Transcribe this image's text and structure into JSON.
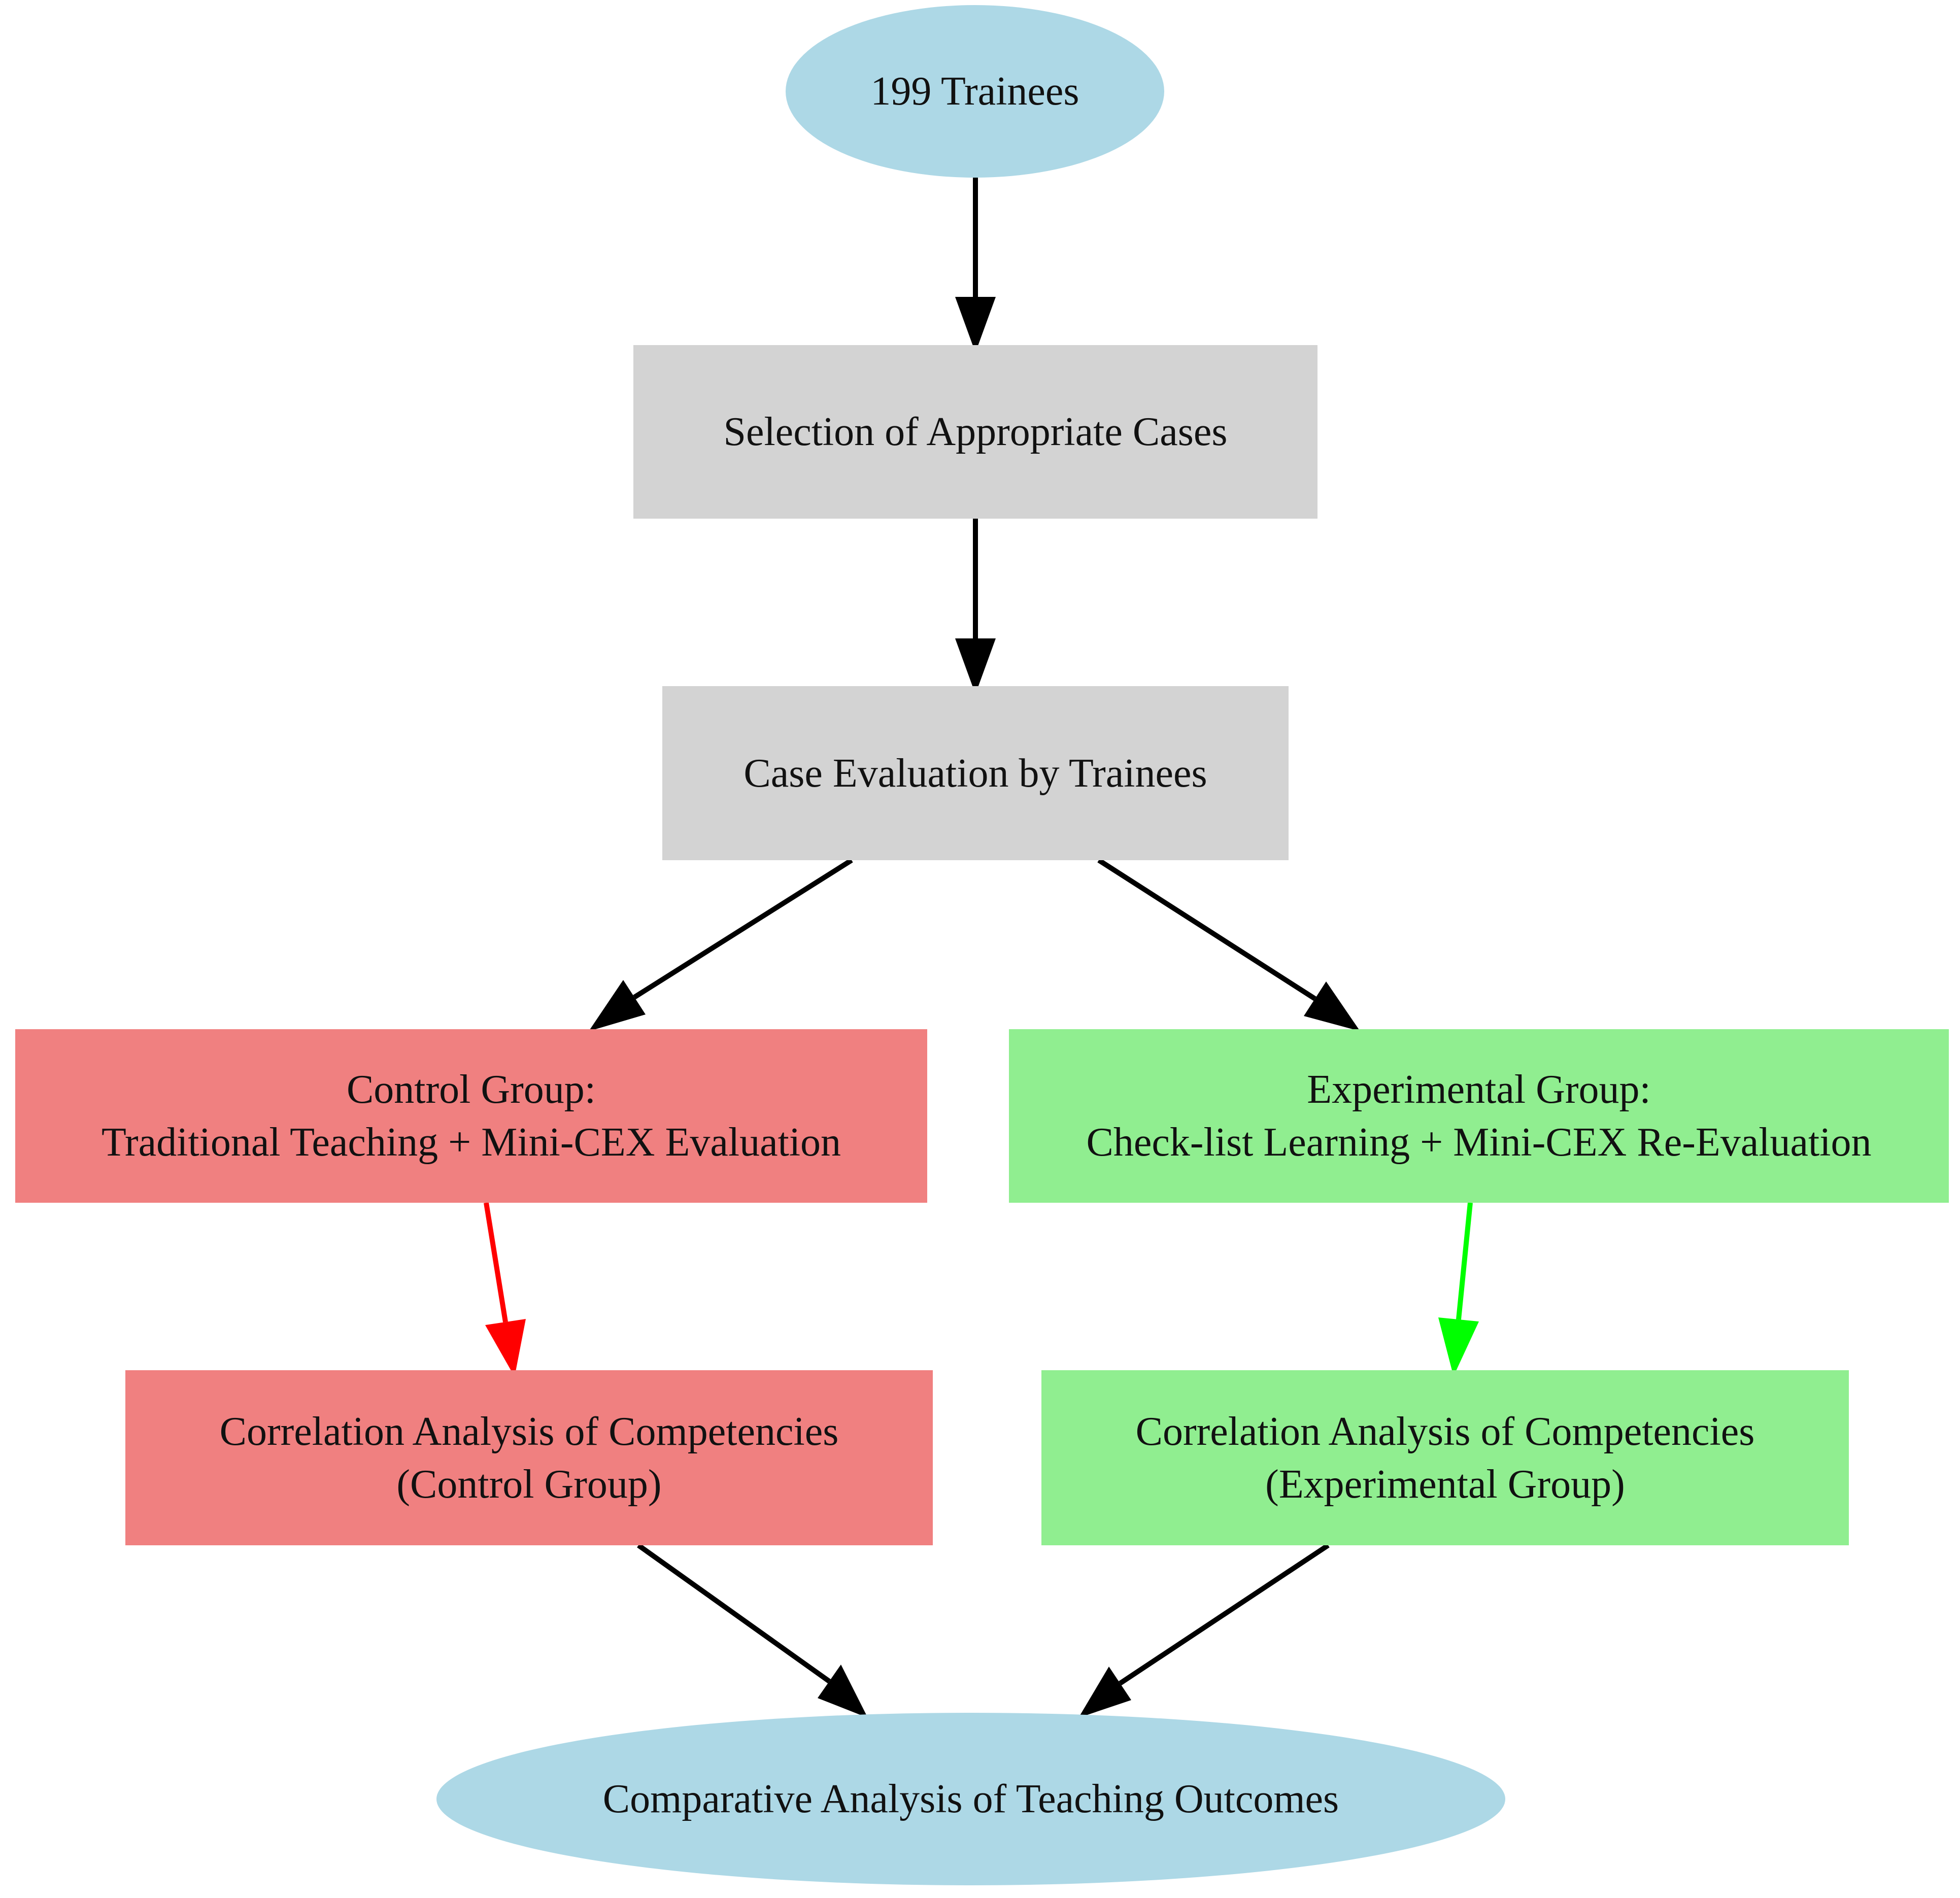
{
  "diagram": {
    "colors": {
      "ellipse_fill": "#add8e6",
      "process_fill": "#d3d3d3",
      "control_fill": "#f08080",
      "experimental_fill": "#90ee90",
      "edge_default": "#000000",
      "edge_control": "#ff0000",
      "edge_experimental": "#00ff00"
    },
    "nodes": {
      "trainees": {
        "line1": "199 Trainees"
      },
      "selection": {
        "line1": "Selection of Appropriate Cases"
      },
      "evaluation": {
        "line1": "Case Evaluation by Trainees"
      },
      "control_group": {
        "line1": "Control Group:",
        "line2": "Traditional Teaching + Mini-CEX Evaluation"
      },
      "experimental_group": {
        "line1": "Experimental Group:",
        "line2": "Check-list Learning + Mini-CEX Re-Evaluation"
      },
      "control_correlation": {
        "line1": "Correlation Analysis of Competencies",
        "line2": "(Control Group)"
      },
      "experimental_correlation": {
        "line1": "Correlation Analysis of Competencies",
        "line2": "(Experimental Group)"
      },
      "comparative": {
        "line1": "Comparative Analysis of Teaching Outcomes"
      }
    }
  }
}
